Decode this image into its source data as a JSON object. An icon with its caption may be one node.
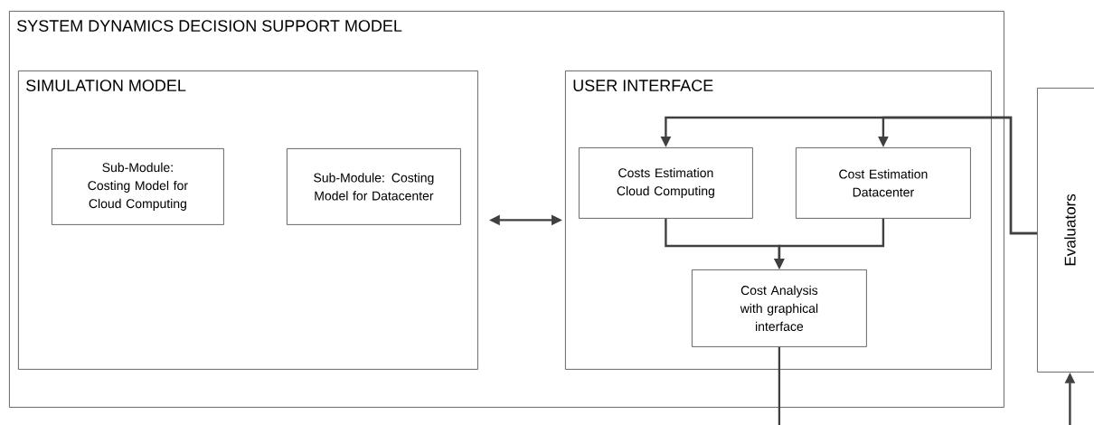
{
  "diagram": {
    "nodes": [
      {
        "text": [
          "SYSTEM DYNAMICS DECISION SUPPORT MODEL"
        ]
      },
      {
        "text": [
          "SIMULATION MODEL"
        ],
        "in": 0
      },
      {
        "text": [
          "Sub-Module: Costing Model for Cloud Computing"
        ],
        "in": 1
      },
      {
        "text": [
          "Sub-Module: Costing Model for Datacenter"
        ],
        "in": 1
      },
      {
        "text": [
          "USER INTERFACE"
        ],
        "in": 0
      },
      {
        "text": [
          "Costs Estimation Cloud Computing"
        ],
        "in": 4
      },
      {
        "text": [
          "Cost Estimation Datacenter"
        ],
        "in": 4
      },
      {
        "text": [
          "Cost Analysis with graphical interface"
        ],
        "in": 4
      },
      {
        "text": [
          "Evaluators"
        ]
      }
    ],
    "edges": [
      {
        "from": 1,
        "to": 4,
        "arrow": "both"
      },
      {
        "from": 8,
        "to": 5,
        "arrow": "to"
      },
      {
        "from": 8,
        "to": 6,
        "arrow": "to"
      },
      {
        "from": 5,
        "to": 7,
        "arrow": "to"
      },
      {
        "from": 6,
        "to": 7,
        "arrow": "to"
      },
      {
        "from": 7,
        "to": null,
        "arrow": "none"
      },
      {
        "from": null,
        "to": 8,
        "arrow": "to"
      }
    ]
  }
}
